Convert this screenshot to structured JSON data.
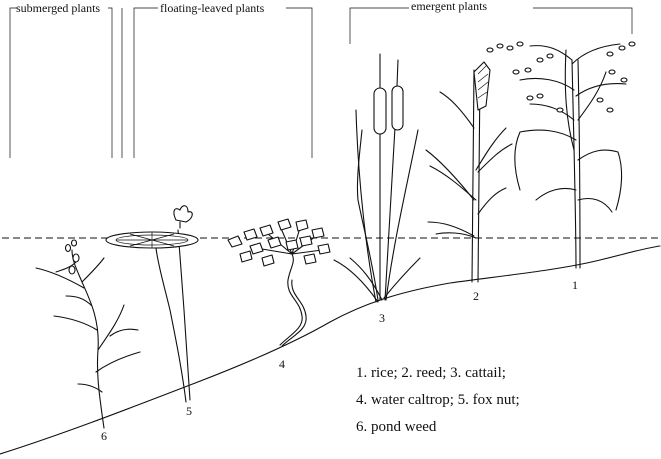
{
  "groups": {
    "submerged": "submerged plants",
    "floating": "floating-leaved plants",
    "emergent": "emergent plants"
  },
  "numbers": {
    "n1": "1",
    "n2": "2",
    "n3": "3",
    "n4": "4",
    "n5": "5",
    "n6": "6"
  },
  "legend": {
    "line1": "1. rice; 2. reed; 3. cattail;",
    "line2": "4. water caltrop; 5. fox nut;",
    "line3": "6. pond weed"
  }
}
